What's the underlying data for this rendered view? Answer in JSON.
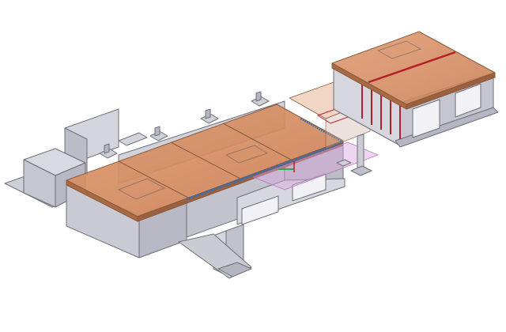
{
  "view": {
    "background": "#ffffff",
    "projection": "isometric"
  },
  "colors": {
    "roof_fill": "#d68a5c",
    "roof_top": "#d9936a",
    "roof_stroke": "#8a5a3c",
    "wall_light": "#dcdce3",
    "wall_mid": "#c8c8d2",
    "wall_dark": "#b2b2be",
    "edge": "#55555c",
    "accent_blue": "#2f6fb5",
    "accent_red": "#b4202a",
    "accent_pink": "#d9a3e0",
    "accent_green": "#2fa84a"
  },
  "model": {
    "main_building": {
      "label": "",
      "roof_panels": 4
    },
    "annex_building": {
      "label": "",
      "roof_panels": 2
    },
    "connector": {
      "label": ""
    },
    "footings": {
      "count": 6
    }
  }
}
